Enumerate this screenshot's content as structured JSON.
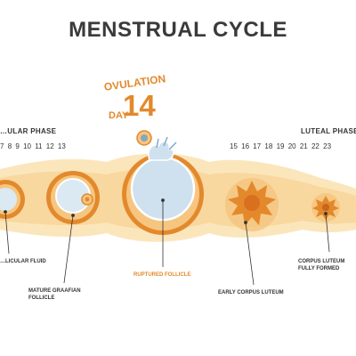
{
  "title": "MENSTRUAL CYCLE",
  "ovulation": {
    "label": "OVULATION",
    "day_prefix": "DAY",
    "day_number": "14"
  },
  "phases": {
    "follicular": "…ULAR PHASE",
    "luteal": "LUTEAL PHASE"
  },
  "days": {
    "follicular": [
      "7",
      "8",
      "9",
      "10",
      "11",
      "12",
      "13"
    ],
    "luteal": [
      "15",
      "16",
      "17",
      "18",
      "19",
      "20",
      "21",
      "22",
      "23"
    ]
  },
  "labels": {
    "follicular_fluid": "…LICULAR FLUID",
    "mature_follicle_line1": "MATURE GRAAFIAN",
    "mature_follicle_line2": "FOLLICLE",
    "ruptured_follicle": "RUPTURED FOLLICLE",
    "early_corpus_luteum": "EARLY CORPUS LUTEUM",
    "corpus_luteum_line1": "CORPUS LUTEUM",
    "corpus_luteum_line2": "FULLY FORMED"
  },
  "colors": {
    "accent_orange": "#e3892c",
    "band_light": "#fbe3b5",
    "band_mid": "#f4c57b",
    "follicle_blue": "#cfe0ee",
    "title_gray": "#3a3a3a"
  }
}
